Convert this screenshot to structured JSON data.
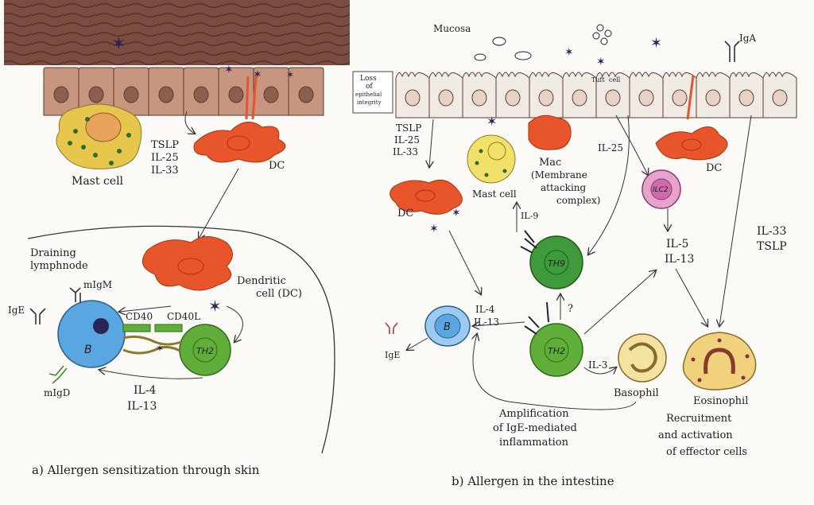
{
  "colors": {
    "tissue": "#6e4538",
    "epithelium": "#b7826f",
    "nucleus": "#8a5f50",
    "dc": "#e8552b",
    "bcell": "#5aa6e0",
    "th2": "#5fae3a",
    "th9": "#3e9a3a",
    "mast": "#e7c64d",
    "allergen": "#2b2456",
    "ilc2": "#d06aa8",
    "eosinophil": "#f1d27c",
    "basophil": "#f2e3a0"
  },
  "panel_a": {
    "caption": "a) Allergen sensitization through skin",
    "mast_cell": "Mast cell",
    "cytokines": [
      "TSLP",
      "IL-25",
      "IL-33"
    ],
    "dc_label": "DC",
    "loss_label": [
      "Loss",
      "of",
      "epithelial",
      "integrity"
    ],
    "node_label": [
      "Draining",
      "lymphnode"
    ],
    "dendritic_label": [
      "Dendritic",
      "cell (DC)"
    ],
    "cd40": "CD40",
    "cd40l": "CD40L",
    "migm": "mIgM",
    "migd": "mIgD",
    "ige": "IgE",
    "b": "B",
    "th2": "TH2",
    "il4": "IL-4",
    "il13": "IL-13"
  },
  "panel_b": {
    "caption": "b) Allergen in the intestine",
    "mucosa": "Mucosa",
    "iga": "IgA",
    "tuft": [
      "Tuft",
      "cell"
    ],
    "cytokines": [
      "TSLP",
      "IL-25",
      "IL-33"
    ],
    "dc_left": "DC",
    "dc_right": "DC",
    "mast_cell": "Mast cell",
    "mac": [
      "Mac",
      "(Membrane",
      "attacking",
      "complex)"
    ],
    "il25": "IL-25",
    "ilc2": "ILC2",
    "il5": "IL-5",
    "il13b": "IL-13",
    "il9": "IL-9",
    "th9": "TH9",
    "question": "?",
    "il33": "IL-33",
    "tslp": "TSLP",
    "b": "B",
    "il4": "IL-4",
    "il13": "IL-13",
    "ige": "IgE",
    "th2": "TH2",
    "il3": "IL-3",
    "basophil": "Basophil",
    "eosinophil": "Eosinophil",
    "amplification": [
      "Amplification",
      "of IgE-mediated",
      "inflammation"
    ],
    "recruitment": [
      "Recruitment",
      "and activation",
      "of effector cells"
    ]
  }
}
